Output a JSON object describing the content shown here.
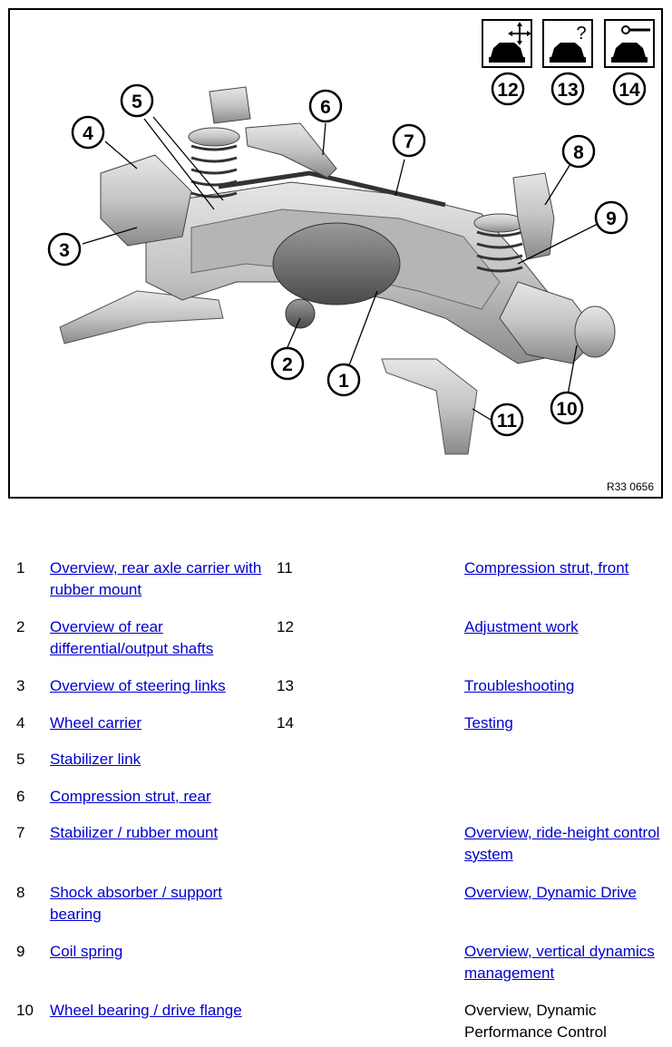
{
  "figure": {
    "id": "R33 0656",
    "callouts": [
      "1",
      "2",
      "3",
      "4",
      "5",
      "6",
      "7",
      "8",
      "9",
      "10",
      "11",
      "12",
      "13",
      "14"
    ]
  },
  "icons": [
    {
      "name": "car-move-icon",
      "symbol": "✥"
    },
    {
      "name": "car-question-icon",
      "symbol": "?"
    },
    {
      "name": "car-wrench-icon",
      "symbol": "wrench"
    }
  ],
  "legend": {
    "left": [
      {
        "num": "1",
        "text": "Overview, rear axle carrier with rubber mount"
      },
      {
        "num": "2",
        "text": "Overview of rear differential/output shafts"
      },
      {
        "num": "3",
        "text": "Overview of steering links"
      },
      {
        "num": "4",
        "text": "Wheel carrier"
      },
      {
        "num": "5",
        "text": "Stabilizer link"
      },
      {
        "num": "6",
        "text": "Compression strut, rear"
      },
      {
        "num": "7",
        "text": "Stabilizer / rubber mount"
      },
      {
        "num": "8",
        "text": "Shock absorber / support bearing"
      },
      {
        "num": "9",
        "text": "Coil spring"
      },
      {
        "num": "10",
        "text": "Wheel bearing / drive flange"
      }
    ],
    "right": [
      {
        "num": "11",
        "text": "Compression strut, front"
      },
      {
        "num": "12",
        "text": "Adjustment work"
      },
      {
        "num": "13",
        "text": "Troubleshooting"
      },
      {
        "num": "14",
        "text": "Testing"
      },
      {
        "num": "",
        "text": ""
      },
      {
        "num": "",
        "text": ""
      },
      {
        "num": "",
        "text": "Overview, ride-height control system"
      },
      {
        "num": "",
        "text": "Overview, Dynamic Drive"
      },
      {
        "num": "",
        "text": "Overview, vertical dynamics management"
      },
      {
        "num": "",
        "text": "Overview, Dynamic Performance Control"
      }
    ]
  }
}
